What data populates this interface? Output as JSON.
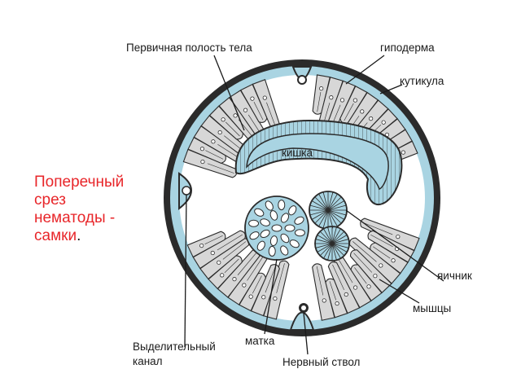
{
  "title": {
    "lines": [
      "Поперечный",
      "срез",
      "нематоды -",
      "самки"
    ],
    "end": "."
  },
  "labels": {
    "body_cavity": "Первичная полость тела",
    "hypodermis": "гиподерма",
    "cuticle": "кутикула",
    "intestine": "кишка",
    "ovary": "яичник",
    "muscles": "мышцы",
    "excretory_canal_1": "Выделительный",
    "excretory_canal_2": "канал",
    "uterus": "матка",
    "nerve_cord": "Нервный ствол"
  },
  "colors": {
    "cuticle": "#2b2b2b",
    "hypodermis": "#a9d4e2",
    "muscle": "#d7d7d7",
    "title": "#e8262a",
    "line": "#1a1a1a"
  }
}
